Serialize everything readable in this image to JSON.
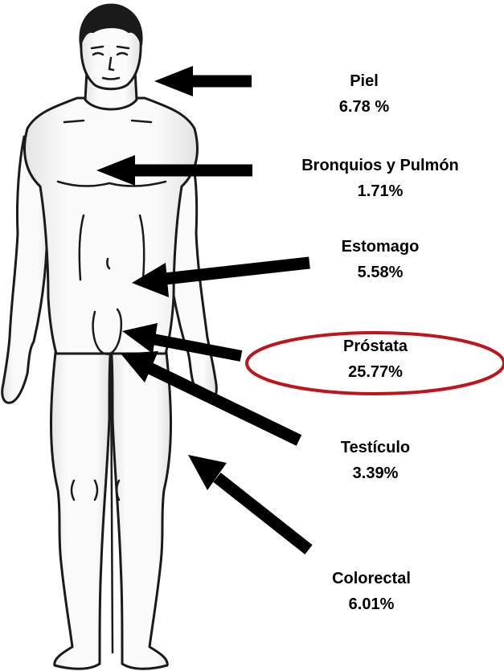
{
  "colors": {
    "arrow": "#000000",
    "highlight": "#c0141c",
    "body_outline": "#1a1a1a",
    "body_fill": "#f7f7f7"
  },
  "labels": [
    {
      "id": "piel",
      "name": "Piel",
      "value": "6.78 %"
    },
    {
      "id": "bronquios",
      "name": "Bronquios y Pulmón",
      "value": "1.71%"
    },
    {
      "id": "estomago",
      "name": "Estomago",
      "value": "5.58%"
    },
    {
      "id": "prostata",
      "name": "Próstata",
      "value": "25.77%",
      "highlighted": true
    },
    {
      "id": "testiculo",
      "name": "Testículo",
      "value": "3.39%"
    },
    {
      "id": "colorectal",
      "name": "Colorectal",
      "value": "6.01%"
    }
  ]
}
